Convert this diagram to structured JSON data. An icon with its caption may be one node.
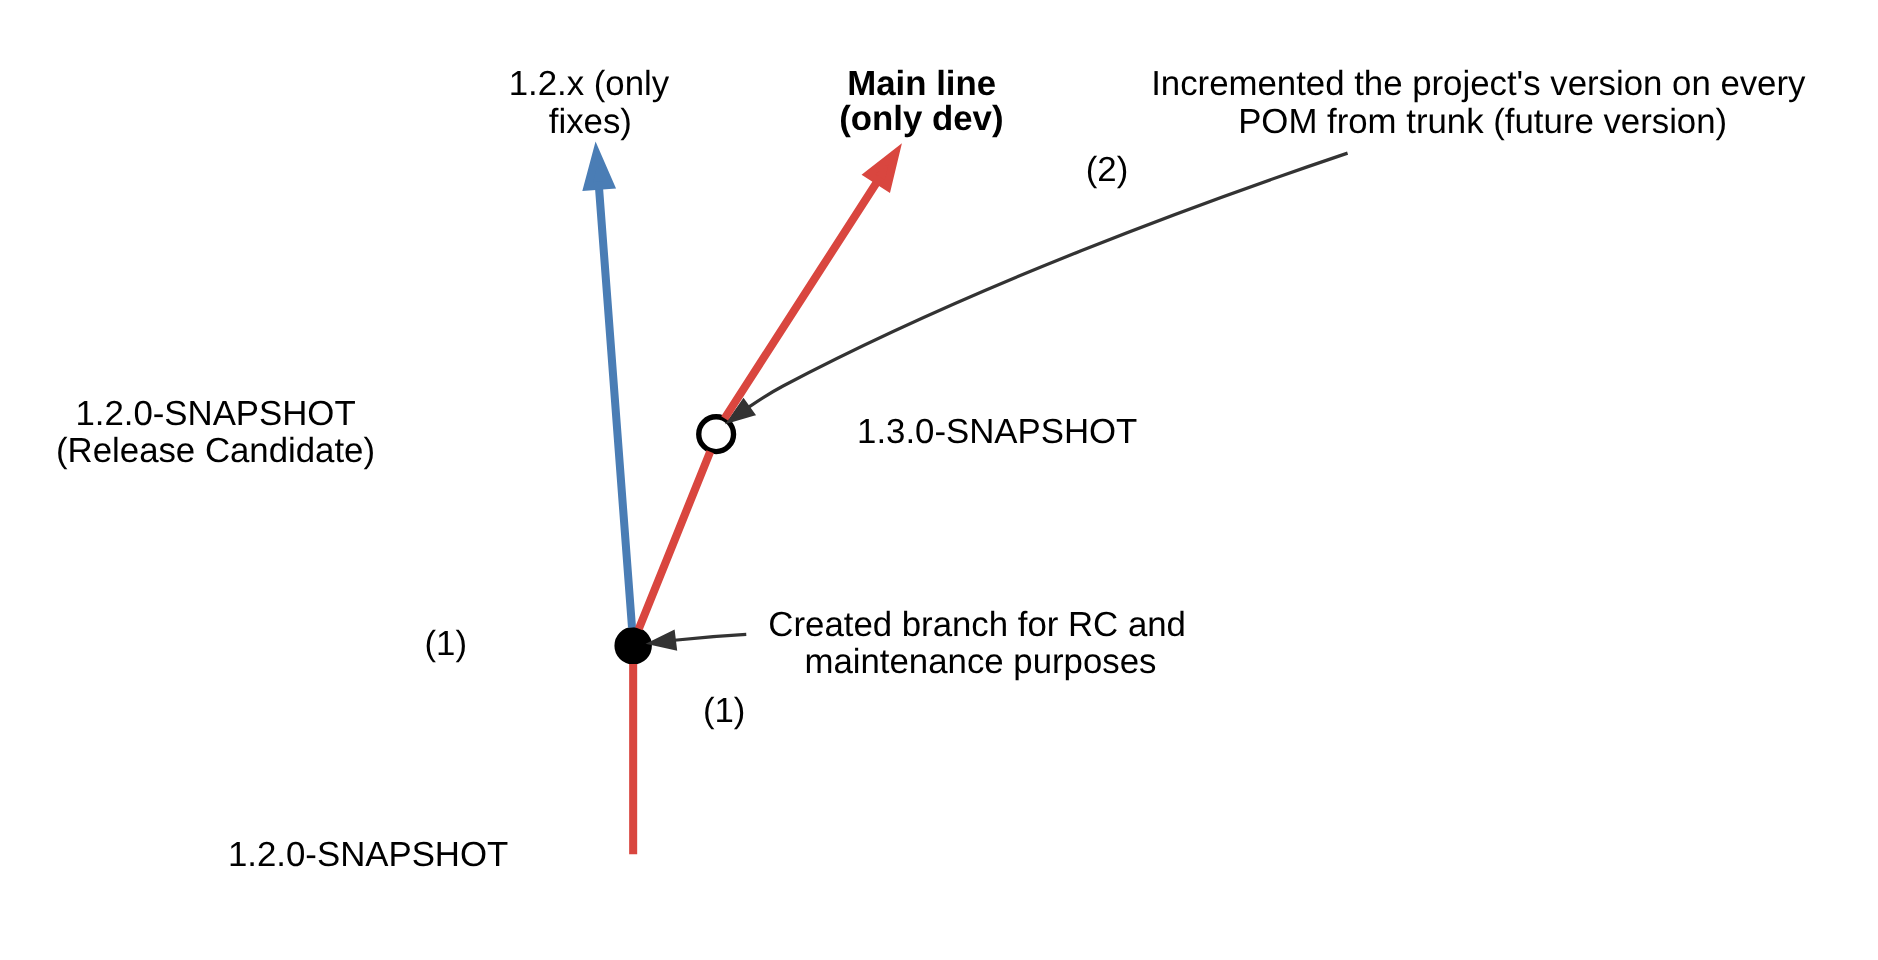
{
  "diagram": {
    "nodes": [
      {
        "text": [
          "1.2.x (only fixes)"
        ]
      },
      {
        "text": [
          "Main line (only dev)"
        ]
      },
      {
        "text": [
          "Incremented the project's version on every POM from trunk (future version)"
        ],
        "beside": [
          "(2)"
        ]
      },
      {
        "text": [],
        "shape": "circle",
        "beside": [
          "1.3.0-SNAPSHOT"
        ]
      },
      {
        "text": [],
        "shape": "circle"
      },
      {
        "text": [
          "Created branch for RC and maintenance purposes"
        ],
        "beside": [
          "(1)"
        ]
      }
    ],
    "edges": [
      {
        "from": null,
        "to": 4,
        "arrow": "none",
        "color": "#d9463f"
      },
      {
        "from": 4,
        "to": 3,
        "arrow": "none",
        "color": "#d9463f"
      },
      {
        "from": 3,
        "to": 1,
        "arrow": "to",
        "color": "#d9463f"
      },
      {
        "from": 4,
        "to": 0,
        "arrow": "to",
        "color": "#4a7db5"
      },
      {
        "from": 2,
        "to": 3,
        "arrow": "to",
        "color": "#333333"
      },
      {
        "from": 5,
        "to": 4,
        "arrow": "to",
        "color": "#333333"
      }
    ],
    "labels": [
      "1.2.0-SNAPSHOT (Release Candidate)",
      "(1)",
      "1.2.0-SNAPSHOT"
    ]
  }
}
